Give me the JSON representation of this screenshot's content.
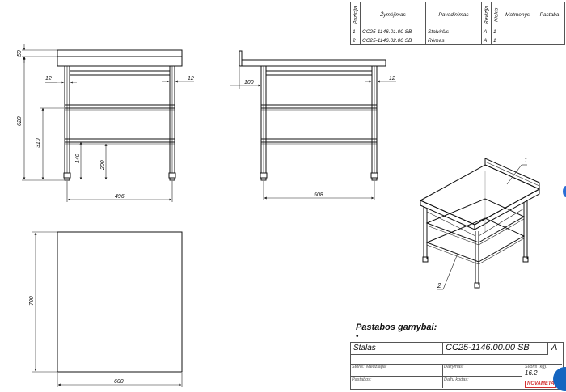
{
  "bom": {
    "headers": {
      "pozicija": "Pozicija",
      "zymejimas": "Žymėjimas",
      "pavadinimas": "Pavadinimas",
      "revizija": "Revizija",
      "kiekis": "Kiekis",
      "matmenys": "Matmenys",
      "pastaba": "Pastaba"
    },
    "rows": [
      {
        "poz": "1",
        "zym": "CC25-1146.01.00 SB",
        "pav": "Stalviršis",
        "rev": "A",
        "kiek": "1"
      },
      {
        "poz": "2",
        "zym": "CC25-1146.02.00 SB",
        "pav": "Rėmas",
        "rev": "A",
        "kiek": "1"
      }
    ]
  },
  "dimensions": {
    "front_top": "50",
    "front_height": "620",
    "front_gap_left": "12",
    "front_gap_right": "12",
    "front_310": "310",
    "front_140": "140",
    "front_200": "200",
    "front_width": "496",
    "side_100": "100",
    "side_12": "12",
    "side_width": "508",
    "top_depth": "700",
    "top_width": "600"
  },
  "callouts": {
    "one": "1",
    "two": "2"
  },
  "notes": {
    "title": "Pastabos gamybai:",
    "bullet": "•"
  },
  "title_block": {
    "name": "Stalas",
    "drawing_number": "CC25-1146.00.00 SB",
    "revision": "A",
    "storis_label": "Storis:",
    "medziaga_label": "Medžiaga:",
    "dazymas_label": "Dažymas:",
    "svoris_label": "Svoris (kg):",
    "weight": "16.2",
    "pastabos_label": "Pastabos:",
    "dazu_kodas_label": "Dažų kodas:",
    "logo": "NOVAMETA"
  },
  "colors": {
    "line": "#111111",
    "logo_red": "#d32f2f",
    "accent_blue": "#1565c0"
  }
}
